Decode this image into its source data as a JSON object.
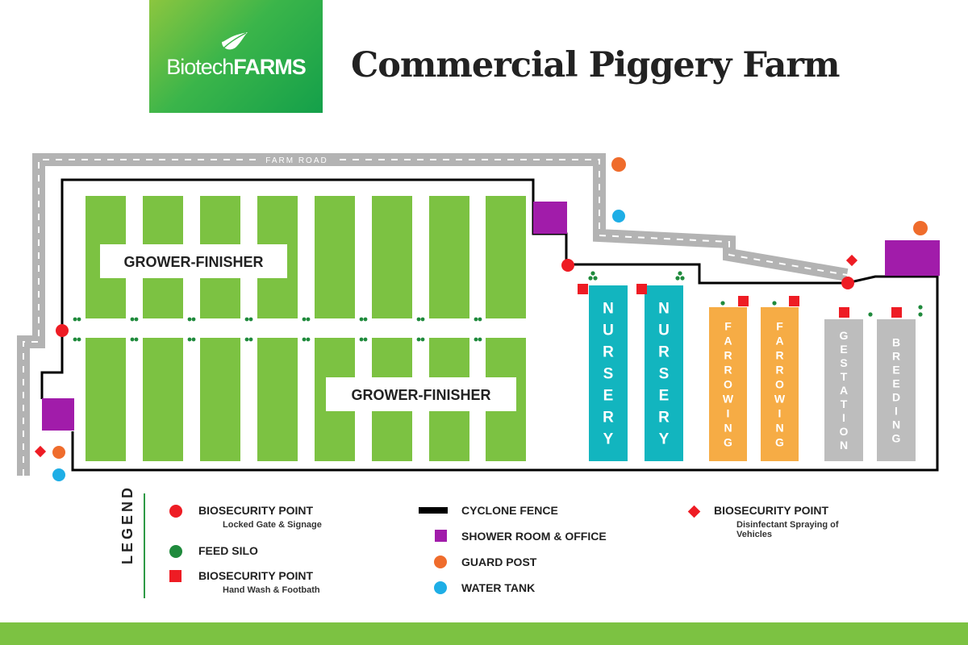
{
  "header": {
    "logo_text_a": "Biotech",
    "logo_text_b": "FARMS",
    "title": "Commercial Piggery Farm"
  },
  "map": {
    "road_label": "FARM ROAD",
    "grower_label_1": "GROWER-FINISHER",
    "grower_label_2": "GROWER-FINISHER",
    "buildings": [
      {
        "label": "NURSERY",
        "color": "#12b5bf"
      },
      {
        "label": "NURSERY",
        "color": "#12b5bf"
      },
      {
        "label": "FARROWING",
        "color": "#f6ac45"
      },
      {
        "label": "FARROWING",
        "color": "#f6ac45"
      },
      {
        "label": "GESTATION",
        "color": "#bdbdbd"
      },
      {
        "label": "BREEDING",
        "color": "#bdbdbd"
      }
    ],
    "colors": {
      "pen": "#7cc242",
      "shower": "#a11caa",
      "gate": "#ee1c24",
      "silo": "#1f8a3c",
      "guard": "#ef6c2c",
      "water": "#1eaee6",
      "fence": "#000000",
      "road": "#b3b3b3"
    }
  },
  "legend": {
    "title": "LEGEND",
    "items": [
      {
        "label": "BIOSECURITY POINT",
        "sub": "Locked Gate & Signage",
        "icon": "red-circle"
      },
      {
        "label": "FEED SILO",
        "sub": "",
        "icon": "green-circle"
      },
      {
        "label": "BIOSECURITY POINT",
        "sub": "Hand Wash & Footbath",
        "icon": "red-square"
      },
      {
        "label": "CYCLONE FENCE",
        "sub": "",
        "icon": "black-line"
      },
      {
        "label": "SHOWER ROOM & OFFICE",
        "sub": "",
        "icon": "purple-square"
      },
      {
        "label": "GUARD POST",
        "sub": "",
        "icon": "orange-circle"
      },
      {
        "label": "WATER TANK",
        "sub": "",
        "icon": "blue-circle"
      },
      {
        "label": "BIOSECURITY POINT",
        "sub": "Disinfectant Spraying of",
        "sub2": "Vehicles",
        "icon": "red-diamond"
      }
    ]
  }
}
